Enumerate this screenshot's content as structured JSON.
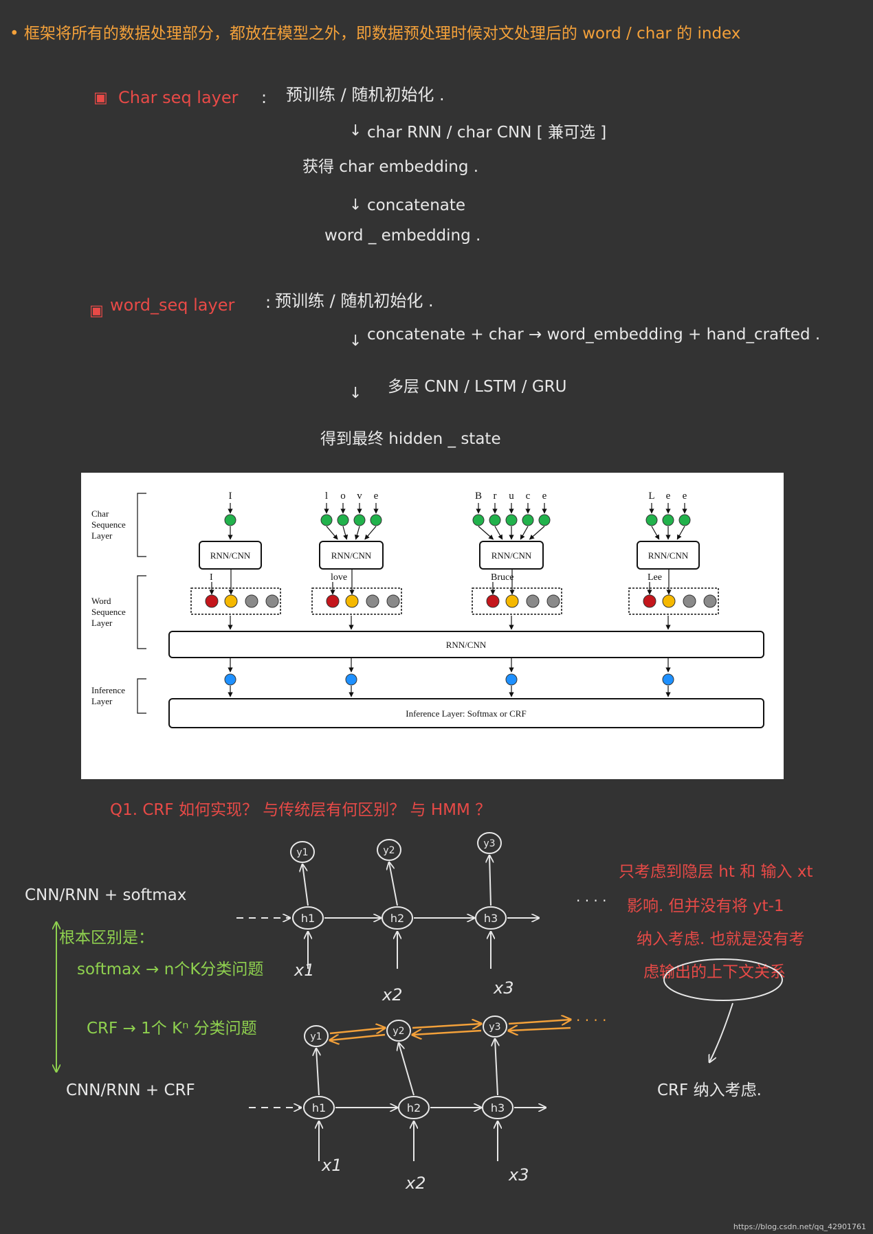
{
  "header_line": "• 框架将所有的数据处理部分，都放在模型之外，即数据预处理时候对文处理后的 word / char 的 index",
  "char_seq": {
    "label": "Char seq layer",
    "colon": ":",
    "init": "预训练 / 随机初始化 .",
    "step1": "char RNN / char CNN  [ 兼可选 ]",
    "result1": "获得 char embedding .",
    "step2": "concatenate",
    "result2": "word _ embedding ."
  },
  "word_seq": {
    "label": "word_seq layer",
    "colon": ":",
    "init": "预训练 / 随机初始化 .",
    "step1": "concatenate + char → word_embedding + hand_crafted .",
    "step2": "多层 CNN / LSTM / GRU",
    "result": "得到最终 hidden _ state"
  },
  "figure": {
    "left_labels": [
      [
        "Char",
        "Sequence",
        "Layer"
      ],
      [
        "Word",
        "Sequence",
        "Layer"
      ],
      [
        "Inference",
        "Layer"
      ]
    ],
    "columns": [
      {
        "word": "I",
        "chars": [
          "I"
        ]
      },
      {
        "word": "love",
        "chars": [
          "l",
          "o",
          "v",
          "e"
        ]
      },
      {
        "word": "Bruce",
        "chars": [
          "B",
          "r",
          "u",
          "c",
          "e"
        ]
      },
      {
        "word": "Lee",
        "chars": [
          "L",
          "e",
          "e"
        ]
      }
    ],
    "char_box_label": "RNN/CNN",
    "word_layer_label": "RNN/CNN",
    "inference_label": "Inference  Layer: Softmax or CRF",
    "colors": {
      "char_node": "#22b24c",
      "red": "#c4161c",
      "yellow": "#f5b800",
      "gray": "#8a8a8a",
      "blue": "#1e90ff"
    }
  },
  "q1": "Q1. CRF 如何实现？ 与传统层有何区别？ 与 HMM ？",
  "left_notes": {
    "top": "CNN/RNN + softmax",
    "diff": "根本区别是：",
    "softmax": "softmax → n个K分类问题",
    "crf": "CRF  → 1个 Kⁿ 分类问题",
    "bottom": "CNN/RNN + CRF"
  },
  "right_notes": {
    "lines": [
      "只考虑到隐层 ht 和 输入 xt",
      "影响. 但并没有将 yt-1",
      "纳入考虑. 也就是没有考",
      "虑输出的上下文关系"
    ],
    "conclusion": "CRF 纳入考虑."
  },
  "graph_labels": {
    "y": [
      "y1",
      "y2",
      "y3"
    ],
    "h": [
      "h1",
      "h2",
      "h3"
    ],
    "x": [
      "x1",
      "x2",
      "x3"
    ],
    "dots": "· · · ·"
  },
  "watermark": "https://blog.csdn.net/qq_42901761"
}
